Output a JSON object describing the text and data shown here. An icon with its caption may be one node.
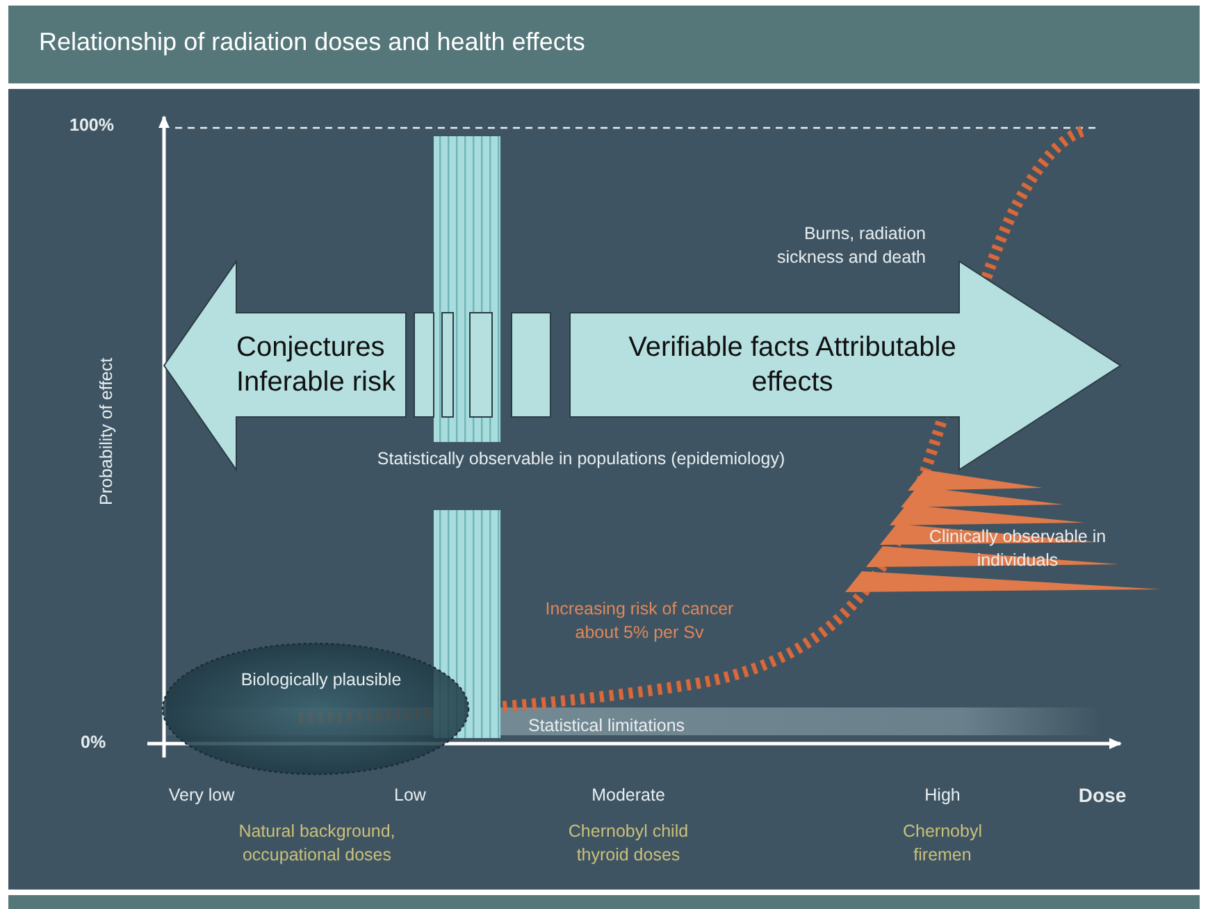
{
  "diagram": {
    "title": "Relationship of radiation doses and health effects",
    "nodes": [
      {
        "text": [
          "Conjectures Inferable risk"
        ]
      },
      {
        "text": [
          "Verifiable facts Attributable effects"
        ]
      },
      {
        "text": [
          "Biologically plausible"
        ]
      }
    ],
    "labels": [
      "100%",
      "Probability of effect",
      "Burns, radiation sickness and death",
      "Statistically observable in populations (epidemiology)",
      "Clinically observable in individuals",
      "Increasing risk of cancer about 5% per Sv",
      "Statistical limitations",
      "0%",
      "Very low",
      "Low",
      "Moderate",
      "High",
      "Dose",
      "Natural background, occupational doses",
      "Chernobyl child thyroid doses",
      "Chernobyl firemen"
    ]
  }
}
